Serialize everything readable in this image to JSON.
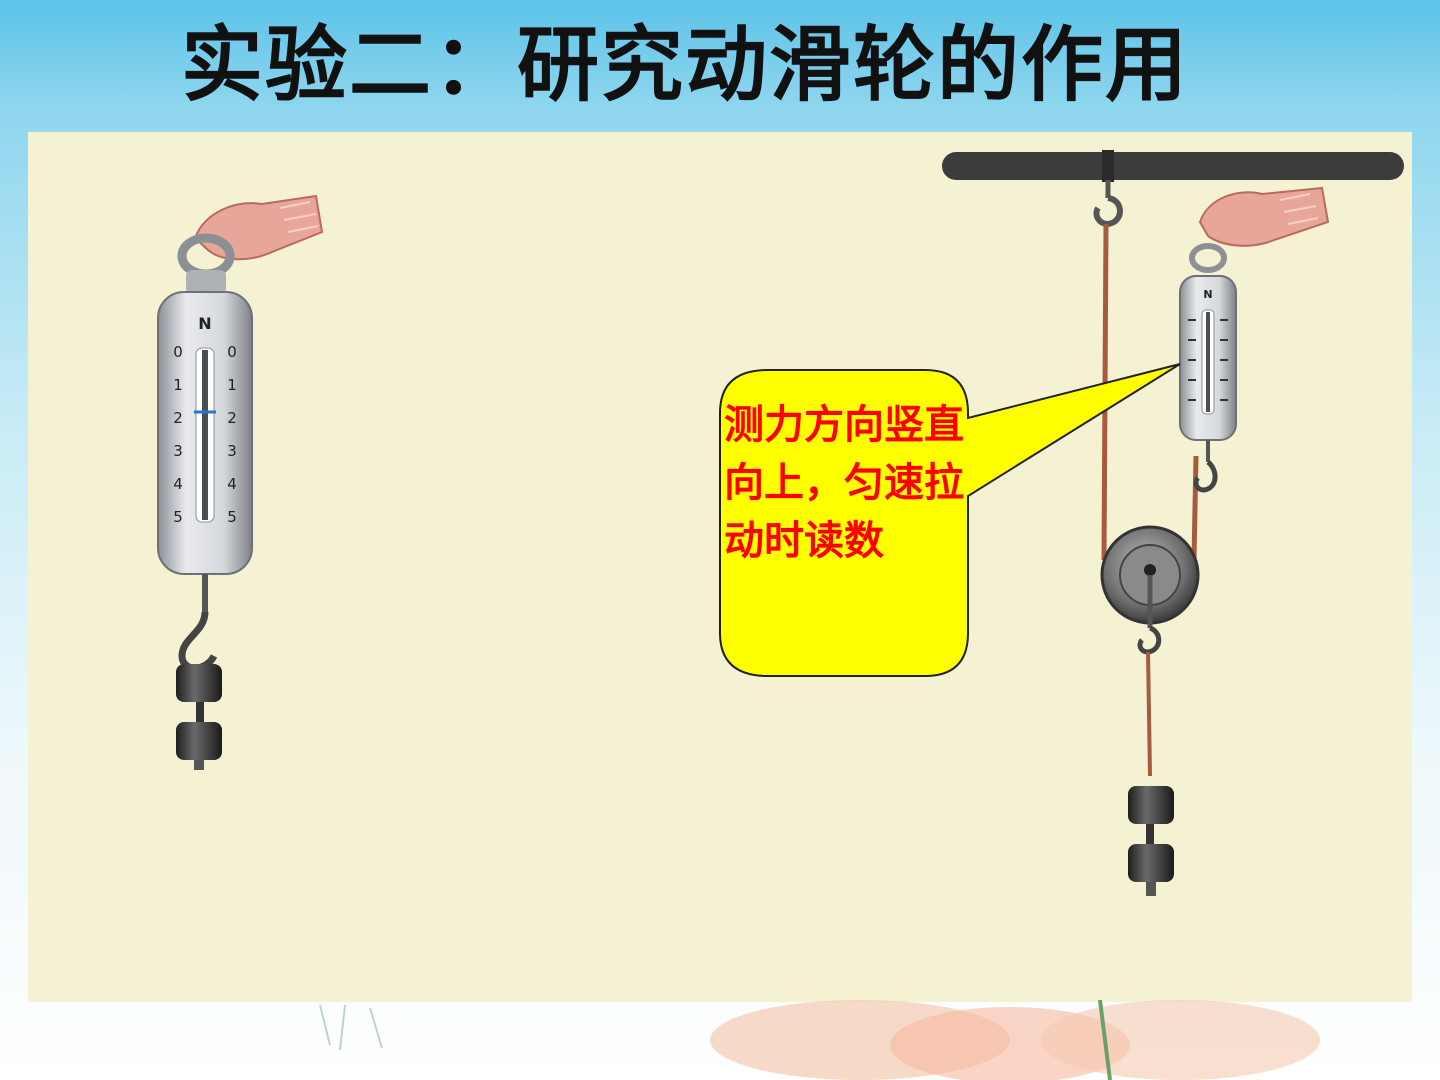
{
  "slide": {
    "title": "实验二：研究动滑轮的作用",
    "callout": "测力方向竖直向上，匀速拉动时读数"
  },
  "scale_left": {
    "unit": "N",
    "ticks_left": [
      "0",
      "1",
      "2",
      "3",
      "4",
      "5"
    ],
    "ticks_right": [
      "0",
      "1",
      "2",
      "3",
      "4",
      "5"
    ],
    "reading": 2
  },
  "scale_right": {
    "unit": "N"
  },
  "colors": {
    "panel": "#f4f2d2",
    "callout_fill": "#ffff00",
    "callout_text": "#ff0000",
    "title_text": "#111111"
  }
}
